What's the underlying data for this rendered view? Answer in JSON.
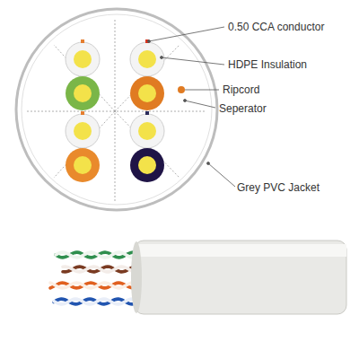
{
  "diagram": {
    "labels": [
      "0.50 CCA conductor",
      "HDPE Insulation",
      "Ripcord",
      "Seperator",
      "Grey PVC Jacket"
    ]
  }
}
